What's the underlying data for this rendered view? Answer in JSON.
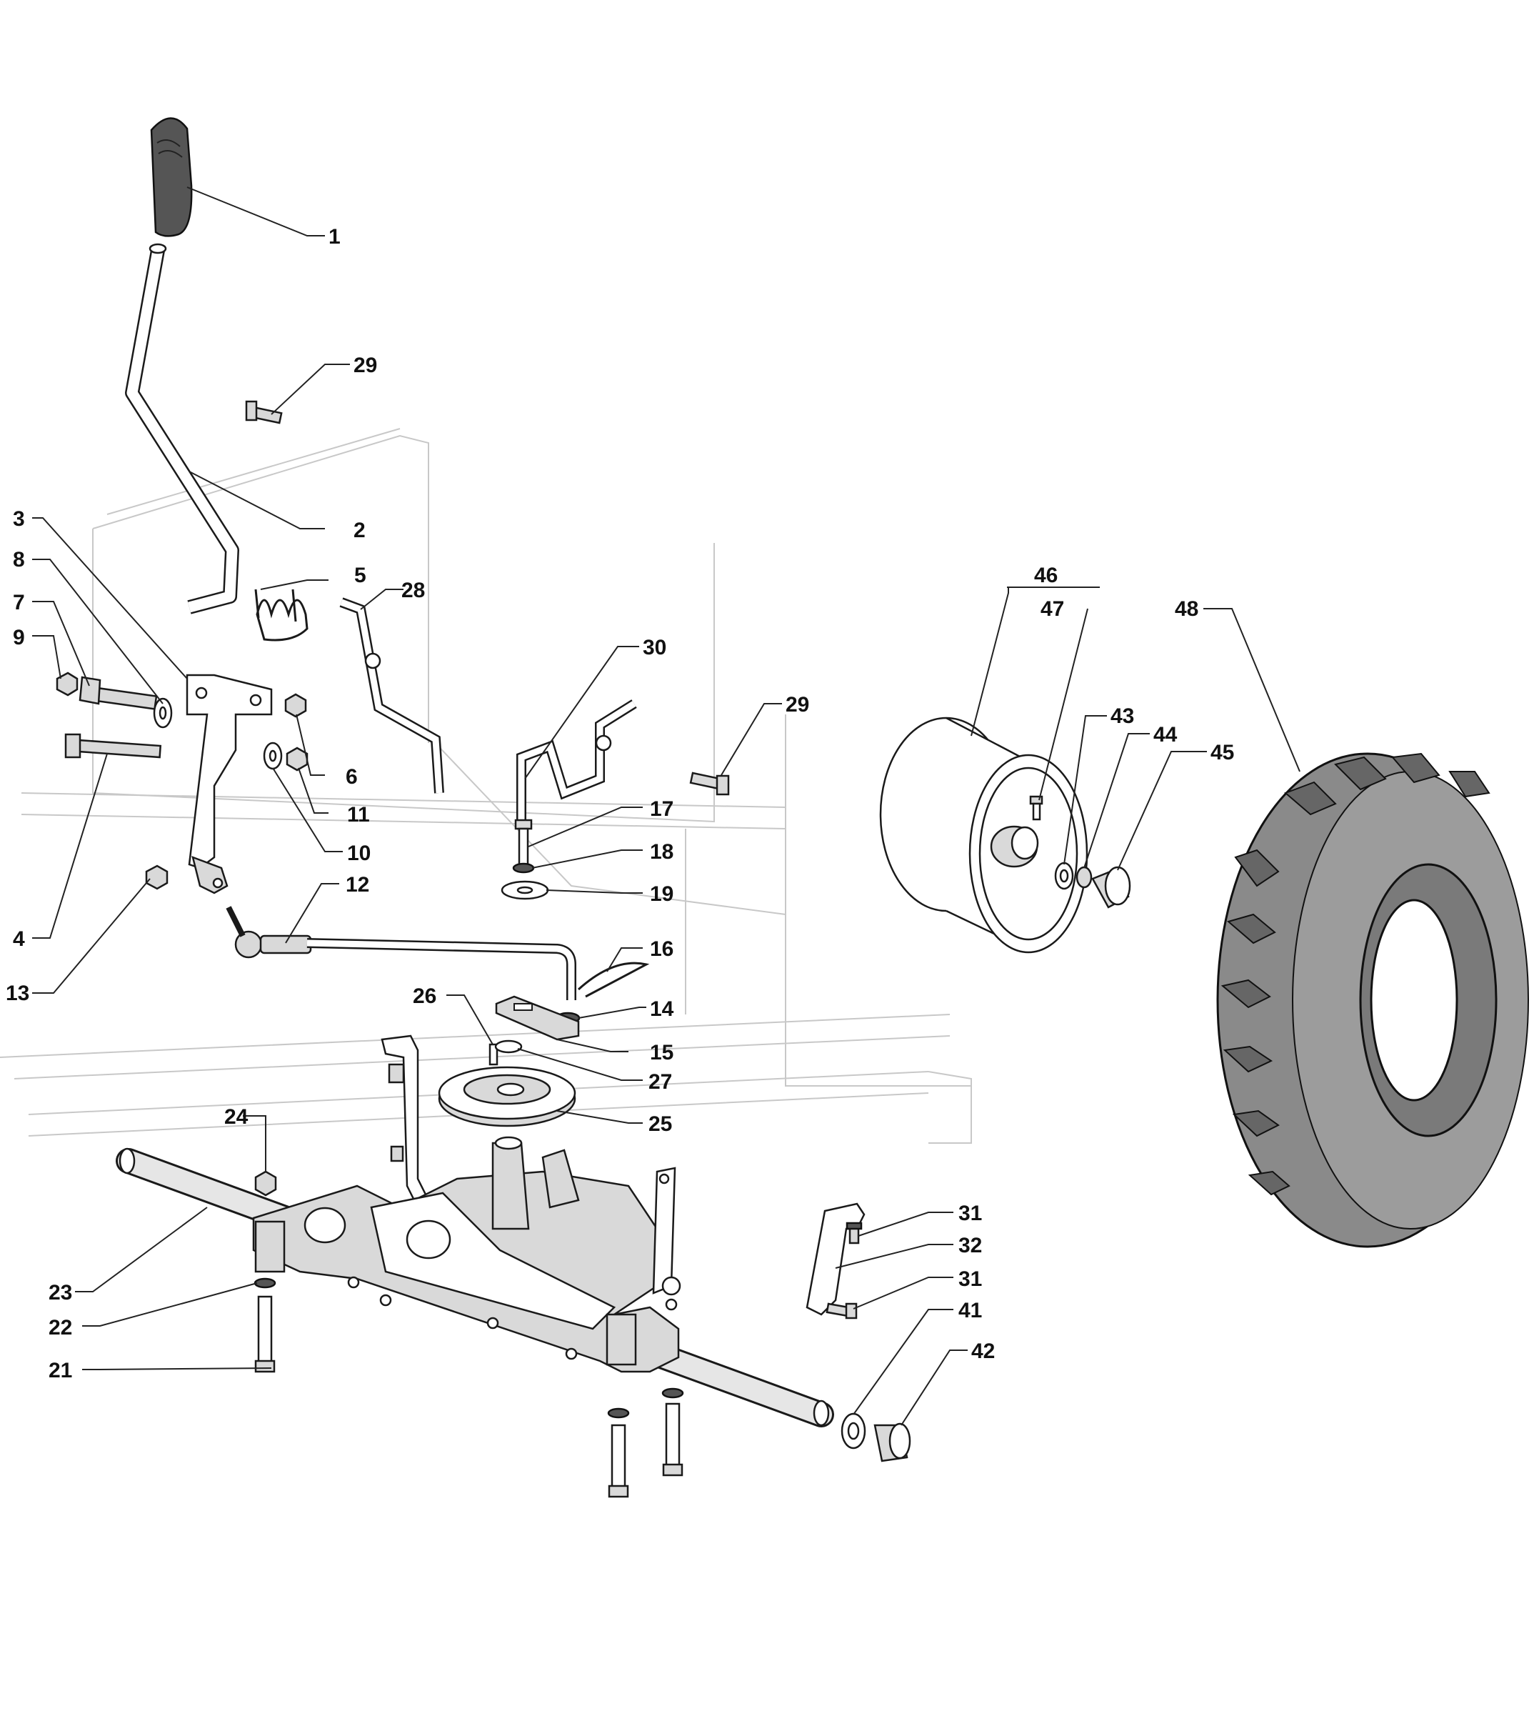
{
  "callouts": [
    {
      "id": "c1",
      "text": "1"
    },
    {
      "id": "c2",
      "text": "2"
    },
    {
      "id": "c3",
      "text": "3"
    },
    {
      "id": "c4",
      "text": "4"
    },
    {
      "id": "c5",
      "text": "5"
    },
    {
      "id": "c6",
      "text": "6"
    },
    {
      "id": "c7",
      "text": "7"
    },
    {
      "id": "c8",
      "text": "8"
    },
    {
      "id": "c9",
      "text": "9"
    },
    {
      "id": "c10",
      "text": "10"
    },
    {
      "id": "c11",
      "text": "11"
    },
    {
      "id": "c12",
      "text": "12"
    },
    {
      "id": "c13",
      "text": "13"
    },
    {
      "id": "c14",
      "text": "14"
    },
    {
      "id": "c15",
      "text": "15"
    },
    {
      "id": "c16",
      "text": "16"
    },
    {
      "id": "c17",
      "text": "17"
    },
    {
      "id": "c18",
      "text": "18"
    },
    {
      "id": "c19",
      "text": "19"
    },
    {
      "id": "c21",
      "text": "21"
    },
    {
      "id": "c22",
      "text": "22"
    },
    {
      "id": "c23",
      "text": "23"
    },
    {
      "id": "c24",
      "text": "24"
    },
    {
      "id": "c25",
      "text": "25"
    },
    {
      "id": "c26",
      "text": "26"
    },
    {
      "id": "c27",
      "text": "27"
    },
    {
      "id": "c28",
      "text": "28"
    },
    {
      "id": "c29a",
      "text": "29"
    },
    {
      "id": "c29b",
      "text": "29"
    },
    {
      "id": "c30",
      "text": "30"
    },
    {
      "id": "c31a",
      "text": "31"
    },
    {
      "id": "c31b",
      "text": "31"
    },
    {
      "id": "c32",
      "text": "32"
    },
    {
      "id": "c41",
      "text": "41"
    },
    {
      "id": "c42",
      "text": "42"
    },
    {
      "id": "c43",
      "text": "43"
    },
    {
      "id": "c44",
      "text": "44"
    },
    {
      "id": "c45",
      "text": "45"
    },
    {
      "id": "c46",
      "text": "46"
    },
    {
      "id": "c47",
      "text": "47"
    },
    {
      "id": "c48",
      "text": "48"
    }
  ]
}
